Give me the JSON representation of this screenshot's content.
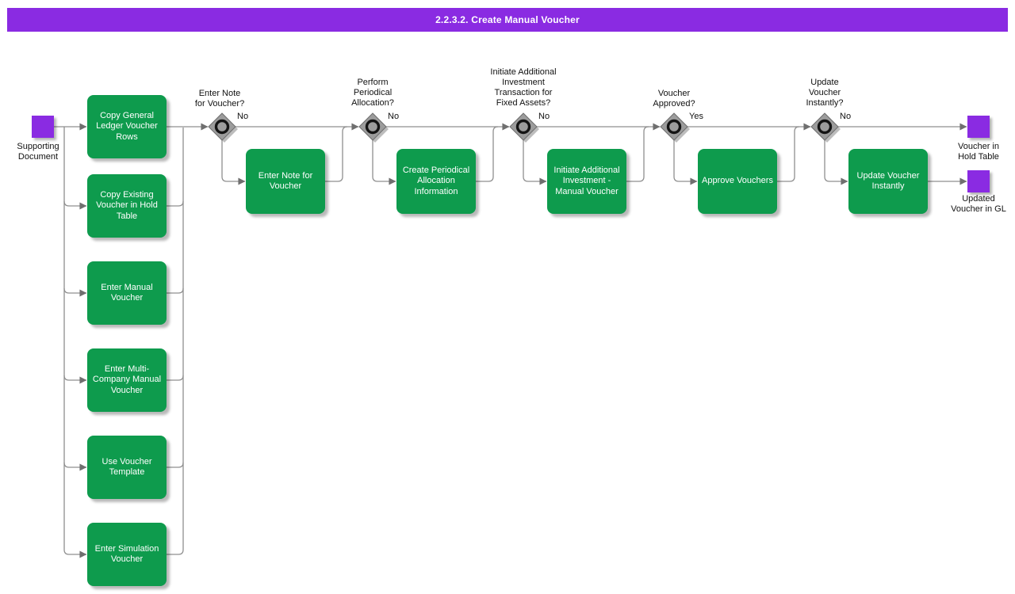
{
  "title_bar": {
    "title": "2.2.3.2. Create Manual Voucher"
  },
  "colors": {
    "title_bar_purple": "#8A2BE2",
    "event_square_purple": "#8A2BE2",
    "activity_green": "#0E9B4D",
    "gateway_gray": "#9C9C9C",
    "connector_gray": "#8F8F8F"
  },
  "flow": {
    "start_event": {
      "label": "Supporting Document"
    },
    "source_activities": [
      "Copy General Ledger Voucher Rows",
      "Copy Existing Voucher in Hold Table",
      "Enter Manual Voucher",
      "Enter Multi-Company Manual Voucher",
      "Use Voucher Template",
      "Enter Simulation Voucher"
    ],
    "decisions": [
      {
        "question": "Enter Note for Voucher?",
        "branch_label": "No",
        "activity": "Enter Note for Voucher"
      },
      {
        "question": "Perform Periodical Allocation?",
        "branch_label": "No",
        "activity": "Create Periodical Allocation Information"
      },
      {
        "question": "Initiate Additional Investment Transaction for Fixed Assets?",
        "branch_label": "No",
        "activity": "Initiate Additional Investment - Manual Voucher"
      },
      {
        "question": "Voucher Approved?",
        "branch_label": "Yes",
        "activity": "Approve Vouchers"
      },
      {
        "question": "Update Voucher Instantly?",
        "branch_label": "No",
        "activity": "Update Voucher Instantly"
      }
    ],
    "end_events": [
      {
        "label": "Voucher in Hold Table"
      },
      {
        "label": "Updated Voucher in GL"
      }
    ]
  }
}
